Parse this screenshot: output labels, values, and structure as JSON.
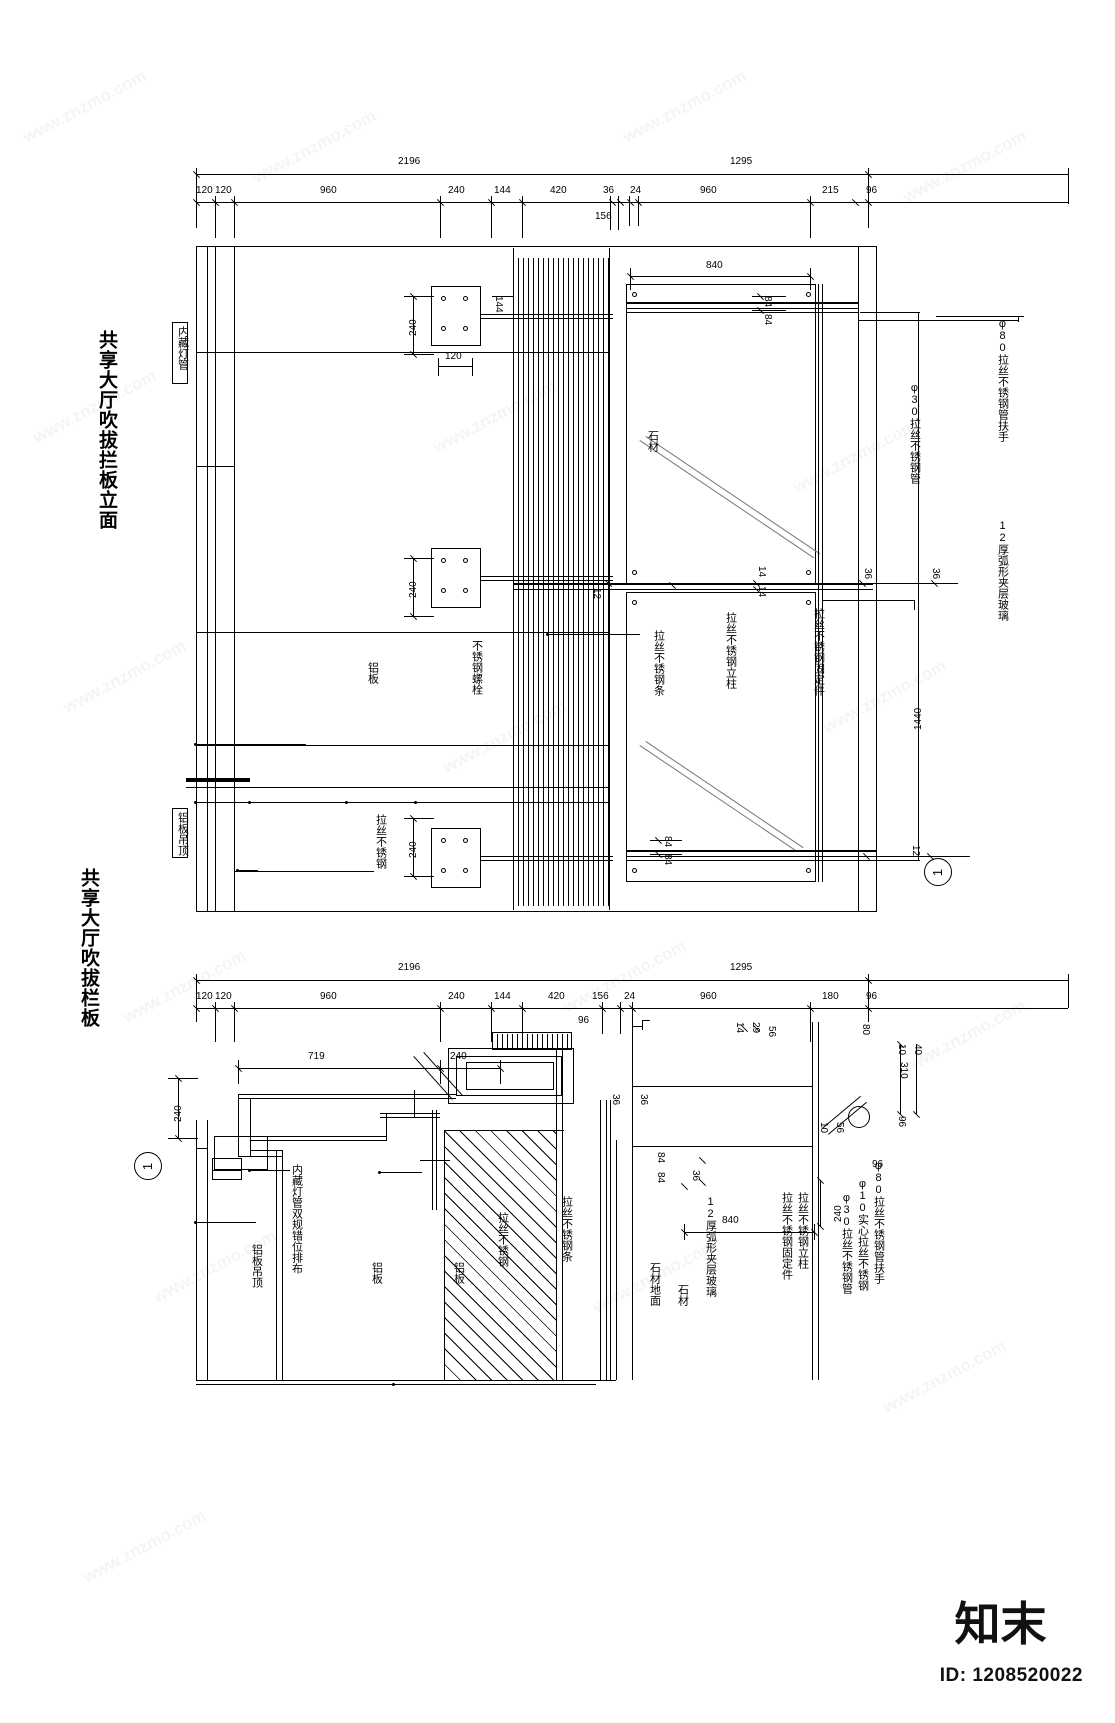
{
  "drawing": {
    "title_elevation": "共享大厅吹拔拦板立面",
    "title_section": "共享大厅吹拔栏板",
    "sheet_id": "ID: 1208520022",
    "logo_text": "知末",
    "watermark": "www.znzmo.com"
  },
  "elevation": {
    "overall_dims": [
      "2196",
      "1295"
    ],
    "chain_dims": [
      "120",
      "120",
      "960",
      "240",
      "144",
      "420",
      "36",
      "24",
      "960",
      "215",
      "96"
    ],
    "extra_dims": [
      "156",
      "840",
      "1440",
      "240",
      "240",
      "240",
      "120",
      "144",
      "84",
      "84",
      "84",
      "84",
      "14",
      "14",
      "12",
      "36",
      "36",
      "12"
    ],
    "labels": [
      {
        "text": "内藏灯管"
      },
      {
        "text": "石材"
      },
      {
        "text": "铝板"
      },
      {
        "text": "不锈钢螺栓"
      },
      {
        "text": "拉丝不锈钢"
      },
      {
        "text": "铝板吊顶"
      },
      {
        "text": "拉丝不锈钢条"
      },
      {
        "text": "拉丝不锈钢立柱"
      },
      {
        "text": "拉丝不锈钢固定件"
      },
      {
        "text": "φ30拉丝不锈钢管"
      },
      {
        "text": "φ80拉丝不锈钢管扶手"
      },
      {
        "text": "12厚弧形夹层玻璃"
      }
    ],
    "section_mark": "1"
  },
  "section": {
    "overall_dims": [
      "2196",
      "1295"
    ],
    "chain_dims": [
      "120",
      "120",
      "960",
      "240",
      "144",
      "420",
      "156",
      "24",
      "960",
      "180",
      "96"
    ],
    "extra_dims": [
      "719",
      "240",
      "240",
      "36",
      "36",
      "84",
      "84",
      "96",
      "840",
      "240",
      "96",
      "14",
      "29",
      "56",
      "10",
      "40",
      "310",
      "10",
      "56",
      "96",
      "80",
      "36"
    ],
    "labels": [
      {
        "text": "内藏灯管双规错位排布"
      },
      {
        "text": "铝板吊顶"
      },
      {
        "text": "铝板"
      },
      {
        "text": "铝板"
      },
      {
        "text": "拉丝不锈钢"
      },
      {
        "text": "拉丝不锈钢条"
      },
      {
        "text": "石材地面"
      },
      {
        "text": "石材"
      },
      {
        "text": "12厚弧形夹层玻璃"
      },
      {
        "text": "拉丝不锈钢固定件"
      },
      {
        "text": "拉丝不锈钢立柱"
      },
      {
        "text": "φ30拉丝不锈钢管"
      },
      {
        "text": "φ10实心拉丝不锈钢"
      },
      {
        "text": "φ80拉丝不锈钢管扶手"
      }
    ],
    "section_mark": "1"
  }
}
